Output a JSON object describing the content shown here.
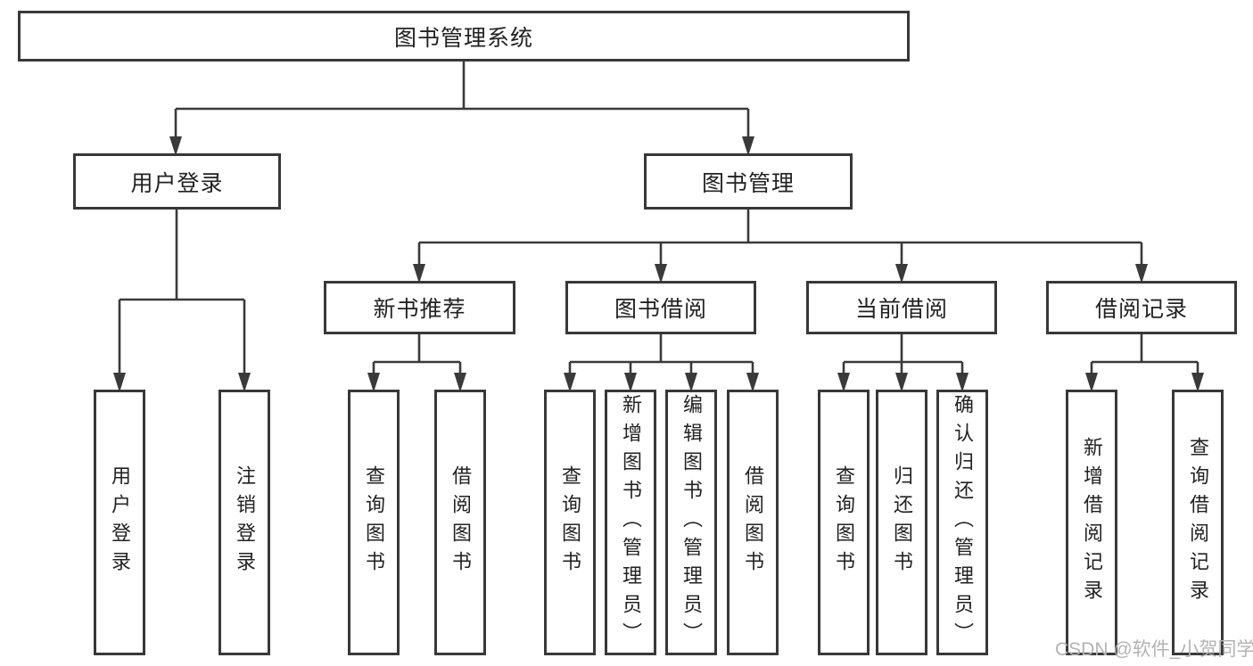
{
  "tree": {
    "label": "图书管理系统",
    "children": [
      {
        "label": "用户登录",
        "children": [
          {
            "label": "用户登录"
          },
          {
            "label": "注销登录"
          }
        ]
      },
      {
        "label": "图书管理",
        "children": [
          {
            "label": "新书推荐",
            "children": [
              {
                "label": "查询图书"
              },
              {
                "label": "借阅图书"
              }
            ]
          },
          {
            "label": "图书借阅",
            "children": [
              {
                "label": "查询图书"
              },
              {
                "label": "新增图书（管理员）"
              },
              {
                "label": "编辑图书（管理员）"
              },
              {
                "label": "借阅图书"
              }
            ]
          },
          {
            "label": "当前借阅",
            "children": [
              {
                "label": "查询图书"
              },
              {
                "label": "归还图书"
              },
              {
                "label": "确认归还（管理员）"
              }
            ]
          },
          {
            "label": "借阅记录",
            "children": [
              {
                "label": "新增借阅记录"
              },
              {
                "label": "查询借阅记录"
              }
            ]
          }
        ]
      }
    ]
  },
  "watermark": {
    "text": "CSDN @软件_小贺同学",
    "color": "#b3b3b3"
  },
  "colors": {
    "background": "#ffffff",
    "line": "#3a3a3a",
    "box_border": "#383838",
    "text": "#222222"
  }
}
